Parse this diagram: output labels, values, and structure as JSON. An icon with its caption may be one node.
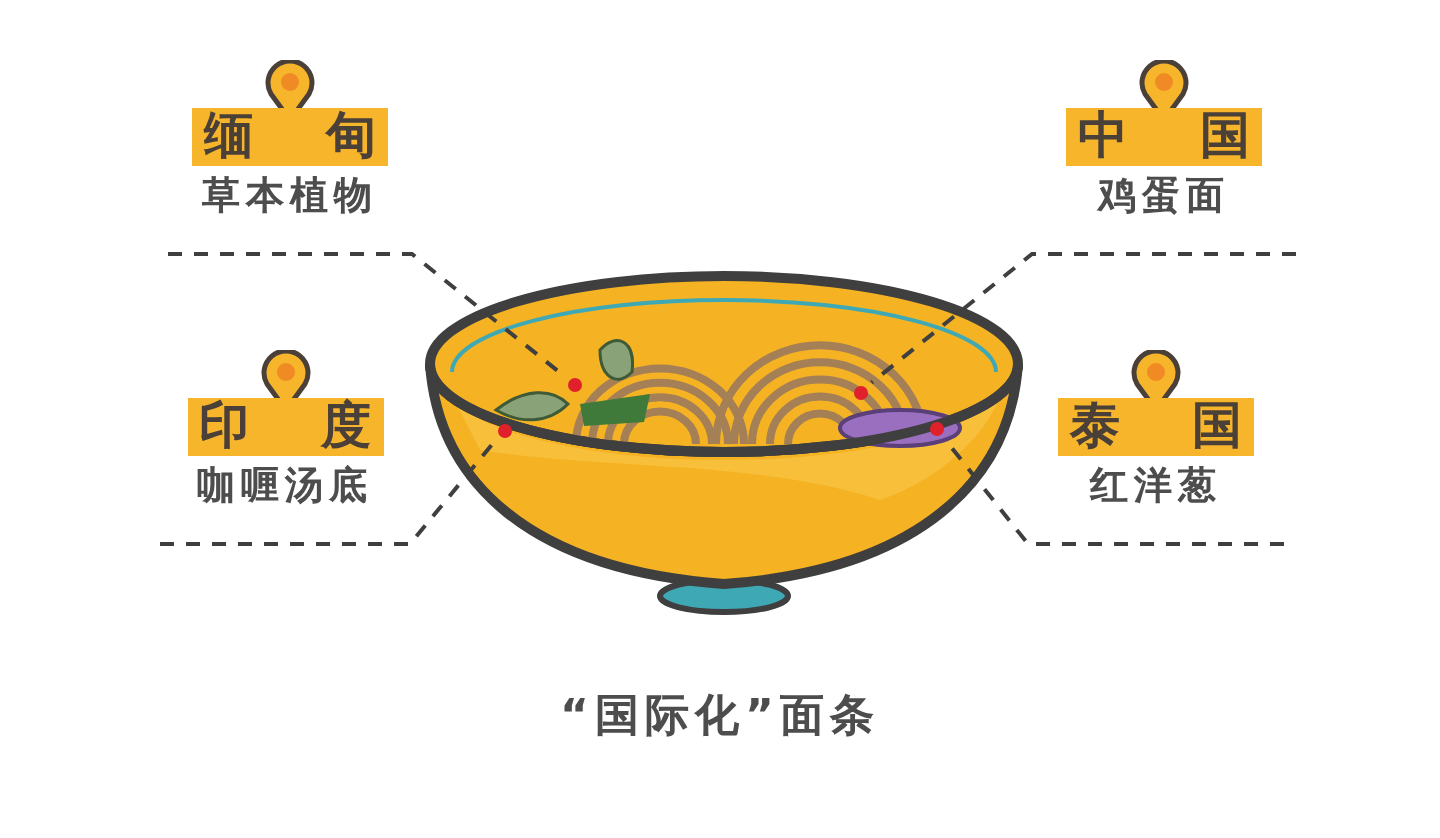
{
  "diagram": {
    "caption": "“国际化”面条",
    "nodes": [
      {
        "text": [
          "缅甸",
          "草本植物"
        ]
      },
      {
        "text": [
          "印度",
          "咖喱汤底"
        ]
      },
      {
        "text": [
          "中国",
          "鸡蛋面"
        ]
      },
      {
        "text": [
          "泰国",
          "红洋葱"
        ]
      },
      {
        "text": [],
        "shape": "circle"
      },
      {
        "text": [],
        "shape": "circle"
      },
      {
        "text": [],
        "shape": "circle"
      },
      {
        "text": [],
        "shape": "circle"
      }
    ],
    "edges": [
      {
        "from": 0,
        "to": 4,
        "arrow": "none",
        "style": "dashed"
      },
      {
        "from": 1,
        "to": 5,
        "arrow": "none",
        "style": "dashed"
      },
      {
        "from": 2,
        "to": 6,
        "arrow": "none",
        "style": "dashed"
      },
      {
        "from": 3,
        "to": 7,
        "arrow": "none",
        "style": "dashed"
      }
    ]
  }
}
